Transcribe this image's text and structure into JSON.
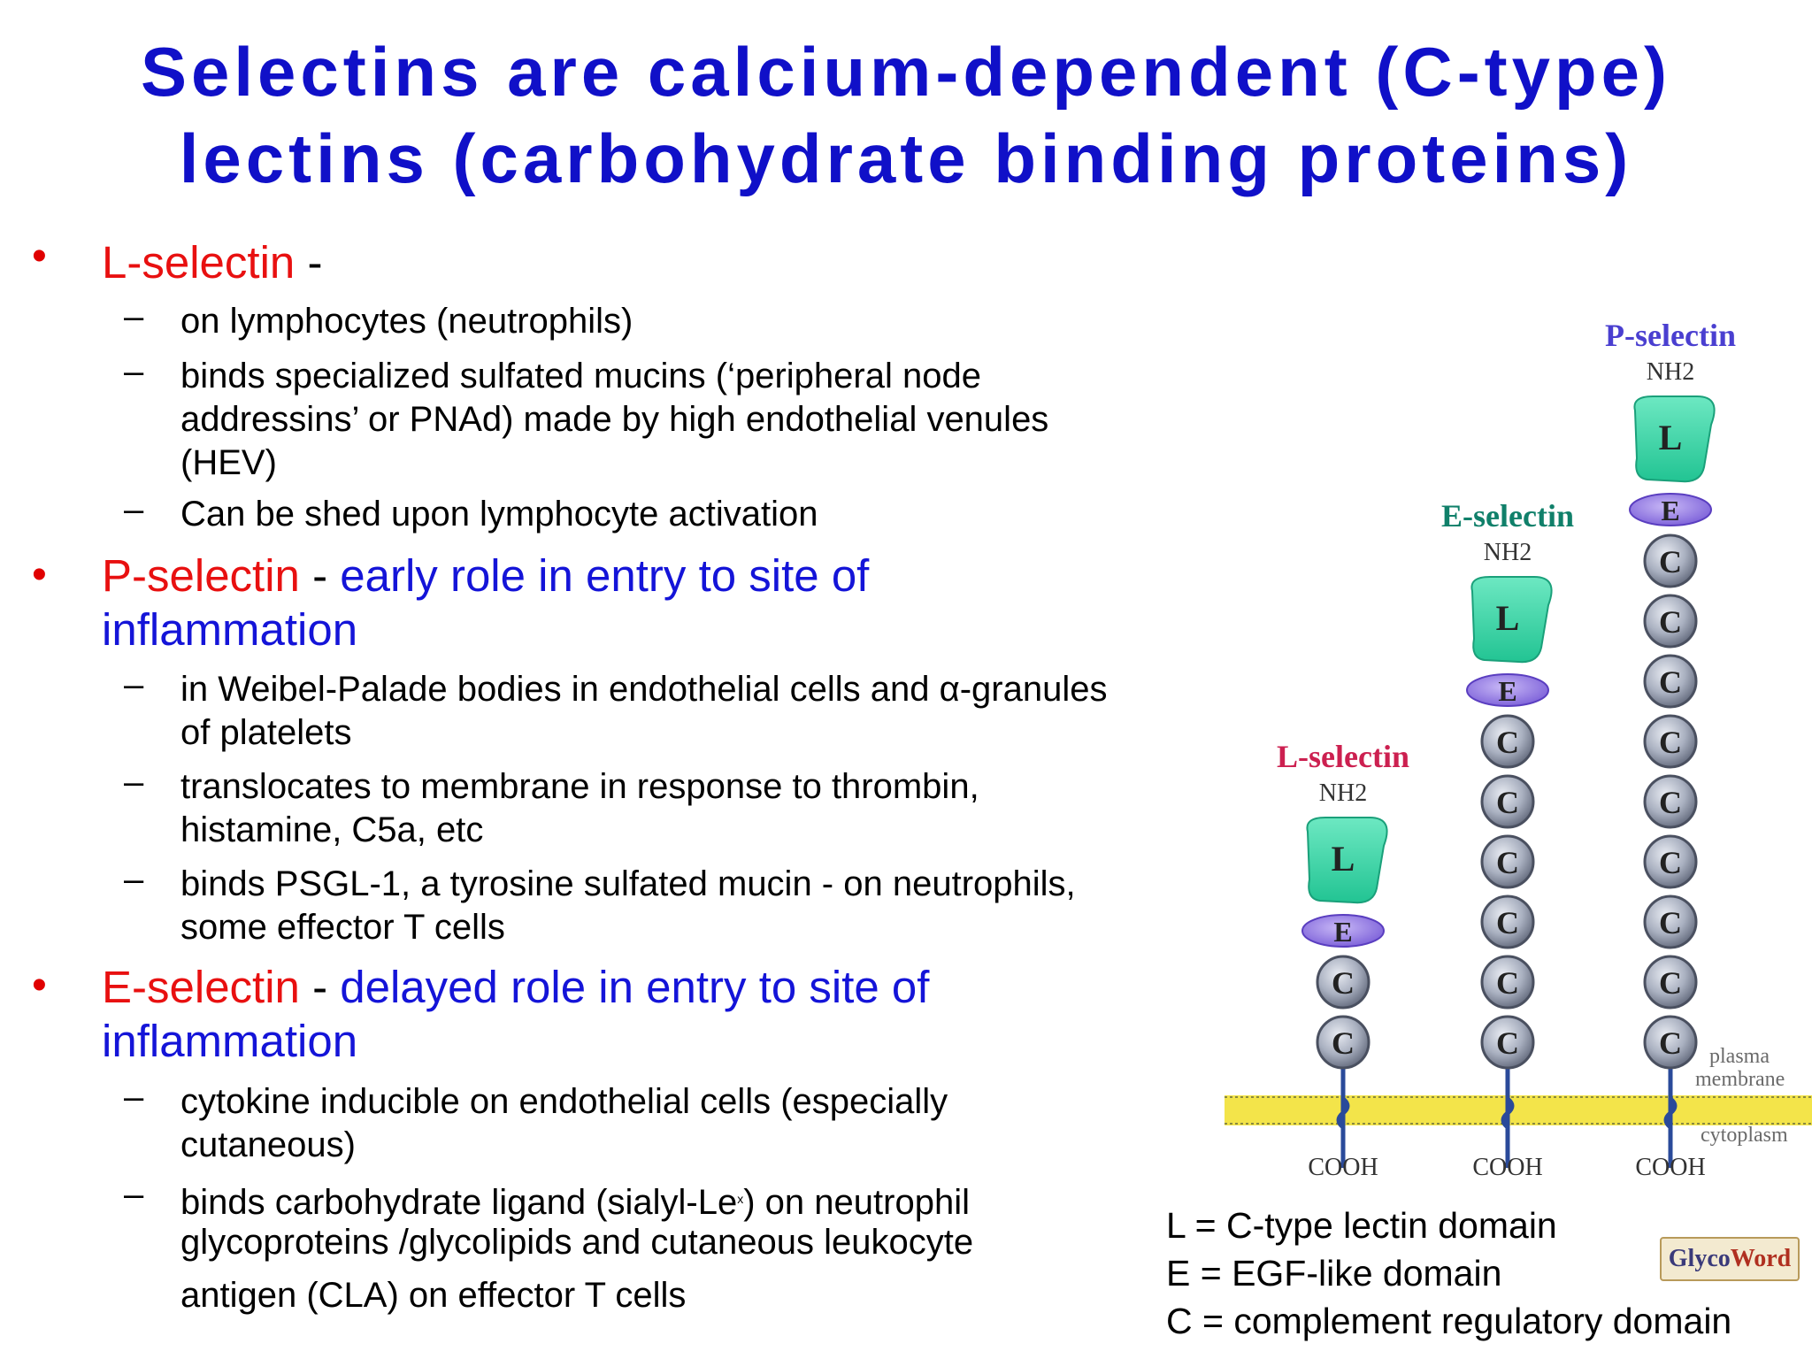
{
  "title": {
    "line1": "Selectins are calcium-dependent (C-type)",
    "line2": "lectins (carbohydrate binding proteins)"
  },
  "bullets": [
    {
      "name": "L-selectin",
      "separator": " -",
      "subitems": [
        "on lymphocytes (neutrophils)",
        "binds specialized sulfated mucins (‘peripheral node",
        "addressins’ or PNAd) made by high endothelial venules",
        "(HEV)",
        "Can be shed upon lymphocyte activation"
      ]
    },
    {
      "name": "P-selectin",
      "separator": " - ",
      "role_line1": "early role in entry to site of",
      "role_line2": "inflammation",
      "subitems": [
        "in Weibel-Palade bodies in endothelial cells and α-granules",
        "of platelets",
        "translocates to membrane in response to thrombin,",
        "histamine, C5a, etc",
        "binds PSGL-1, a tyrosine sulfated mucin - on neutrophils,",
        "some effector T cells"
      ]
    },
    {
      "name": "E-selectin",
      "separator": " - ",
      "role_line1": "delayed role in entry to site of",
      "role_line2": "inflammation",
      "subitems": [
        "cytokine inducible on endothelial cells (especially",
        "cutaneous)",
        "binds carbohydrate ligand (sialyl-Le",
        "x",
        ") on neutrophil",
        "glycoproteins /glycolipids and cutaneous leukocyte",
        "antigen (CLA) on effector T cells"
      ]
    }
  ],
  "diagram": {
    "labels": {
      "l": "L-selectin",
      "e": "E-selectin",
      "p": "P-selectin"
    },
    "nh2": "NH2",
    "cooh": "COOH",
    "domain_l": "L",
    "domain_e": "E",
    "domain_c": "C",
    "plasma": "plasma",
    "membrane": "membrane",
    "cytoplasm": "cytoplasm",
    "c_domain_counts": {
      "l": 2,
      "e": 6,
      "p": 9
    },
    "colors": {
      "lectin": "#40d6a8",
      "egf": "#9a80e8",
      "complement": "#9aa2b4",
      "membrane": "#f3e44a",
      "l_label": "#cc2050",
      "e_label": "#10806a",
      "p_label": "#4a3fd0"
    }
  },
  "legend": {
    "l": "L = C-type lectin domain",
    "e": "E = EGF-like domain",
    "c": "C = complement regulatory domain"
  },
  "logo": {
    "part1": "Glyco",
    "part2": "Word"
  }
}
